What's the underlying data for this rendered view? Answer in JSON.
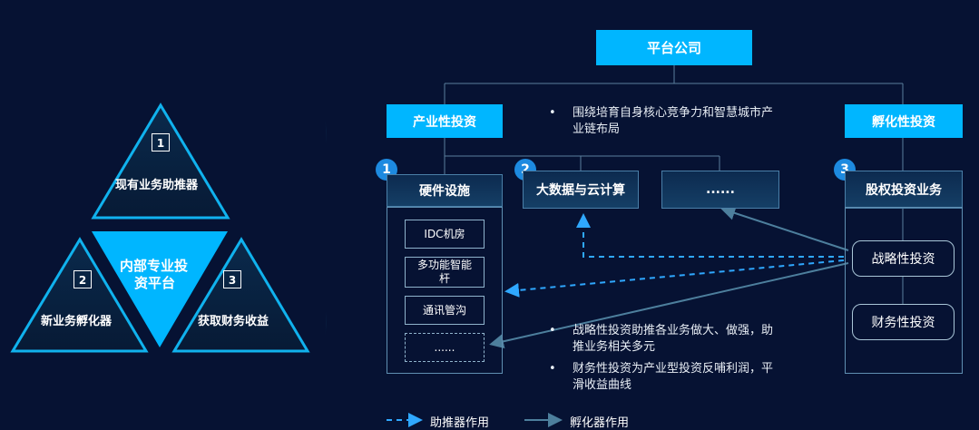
{
  "triangle": {
    "top_num": "1",
    "top_label": "现有业务助推器",
    "center_label_1": "内部专业投",
    "center_label_2": "资平台",
    "left_num": "2",
    "left_label": "新业务孵化器",
    "right_num": "3",
    "right_label": "获取财务收益"
  },
  "org": {
    "root": "平台公司",
    "left_branch": "产业性投资",
    "right_branch": "孵化性投资",
    "bullet_top_1": "围绕培育自身核心竞争力和智慧城市产",
    "bullet_top_2": "业链布局",
    "num1": "1",
    "num2": "2",
    "num3": "3",
    "hardware": "硬件设施",
    "bigdata": "大数据与云计算",
    "more": "......",
    "equity": "股权投资业务",
    "hw_items": [
      "IDC机房",
      "多功能智能",
      "杆",
      "通讯管沟",
      "......"
    ],
    "strategic": "战略性投资",
    "financial": "财务性投资",
    "bullet_mid_1": "战略性投资助推各业务做大、做强，助",
    "bullet_mid_2": "推业务相关多元",
    "bullet_bot_1": "财务性投资为产业型投资反哺利润，平",
    "bullet_bot_2": "滑收益曲线",
    "bullet_dot": "•"
  },
  "legend": {
    "dashed": "助推器作用",
    "solid": "孵化器作用"
  },
  "colors": {
    "background": "#061233",
    "accent": "#00b6ff",
    "dashed_arrow": "#2fa8ff",
    "solid_arrow": "#4d7f9d"
  }
}
